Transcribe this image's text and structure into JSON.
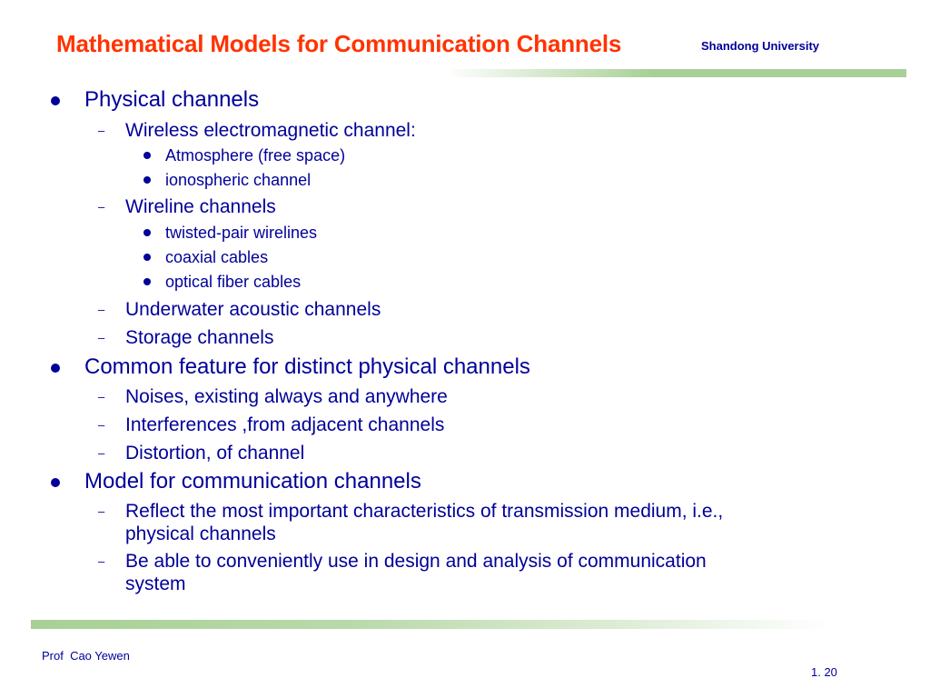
{
  "slide": {
    "title": "Mathematical Models for Communication Channels",
    "university": "Shandong University",
    "footer_author": "Prof  Cao Yewen",
    "page_number": "1. 20"
  },
  "colors": {
    "title": "#ff3300",
    "text": "#000099",
    "accent_bar": "#a8d096"
  },
  "bullets": {
    "b1": "Physical channels",
    "b1_1": "Wireless electromagnetic channel:",
    "b1_1_1": "Atmosphere (free space)",
    "b1_1_2": "ionospheric channel",
    "b1_2": "Wireline channels",
    "b1_2_1": "twisted-pair wirelines",
    "b1_2_2": "coaxial cables",
    "b1_2_3": "optical fiber cables",
    "b1_3": "Underwater acoustic channels",
    "b1_4": "Storage channels",
    "b2": "Common feature for distinct physical channels",
    "b2_1": "Noises, existing always and anywhere",
    "b2_2": "Interferences ,from adjacent channels",
    "b2_3": "Distortion,  of channel",
    "b3": "Model for communication channels",
    "b3_1_line1": "Reflect the most important characteristics of transmission medium, i.e.,",
    "b3_1_line2": "physical channels",
    "b3_2_line1": "Be able to conveniently use in design and analysis of communication",
    "b3_2_line2": "system"
  },
  "markers": {
    "dash": "–"
  }
}
